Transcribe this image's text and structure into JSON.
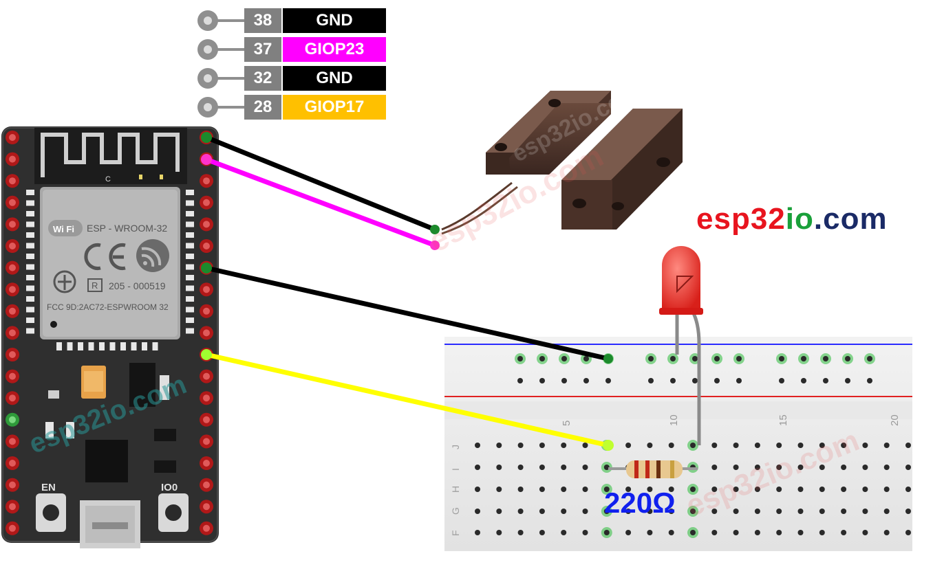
{
  "pin_table": [
    {
      "number": "38",
      "label": "GND",
      "color": "#000000"
    },
    {
      "number": "37",
      "label": "GIOP23",
      "color": "#ff00ff"
    },
    {
      "number": "32",
      "label": "GND",
      "color": "#000000"
    },
    {
      "number": "28",
      "label": "GIOP17",
      "color": "#ffc000"
    }
  ],
  "site_logo": {
    "part1": "esp32",
    "part2": "io",
    "part3": ".com",
    "colors": [
      "#e8141e",
      "#1aa03a",
      "#1a2a66"
    ]
  },
  "esp32_module": {
    "model": "ESP - WROOM-32",
    "wifi_badge": "Wi Fi",
    "cert_code": "205 - 000519",
    "fcc_id": "FCC 9D:2AC72-ESPWROOM 32",
    "r_mark": "R",
    "antenna_label": "C",
    "button_en": "EN",
    "button_io0": "IO0"
  },
  "breadboard": {
    "column_numbers": [
      "5",
      "10",
      "15",
      "20"
    ],
    "row_letters": [
      "J",
      "I",
      "H",
      "G",
      "F"
    ]
  },
  "resistor": {
    "label": "220Ω"
  },
  "watermark": "esp32io.com",
  "wire_colors": {
    "gnd": "#000000",
    "sensor": "#ff00ff",
    "led": "#ffff00",
    "lead": "#8a8a8a"
  },
  "icons": [
    "wifi-logo-icon",
    "ce-mark-icon",
    "espressif-logo-icon",
    "fcc-mark-icon"
  ]
}
